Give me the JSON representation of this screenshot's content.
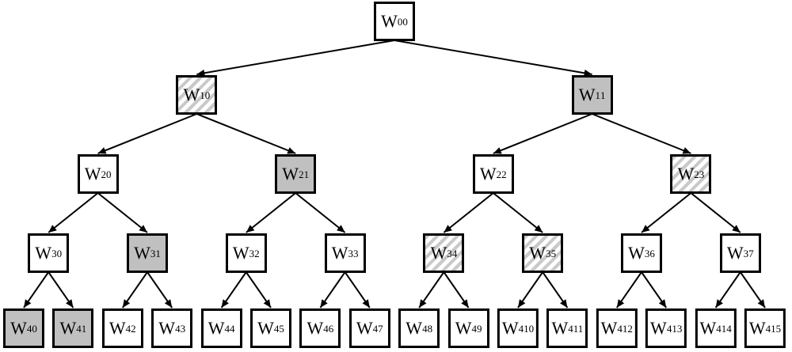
{
  "diagram": {
    "title": "binary-subband-decomposition-tree",
    "node_symbol": "W",
    "colors": {
      "background": "#ffffff",
      "node_border": "#000000",
      "edge": "#000000",
      "node_fill_white": "#ffffff",
      "node_fill_gray": "#c0c0c0",
      "hatch_stripe": "#c9c9c9"
    },
    "levels": [
      {
        "nodes": [
          {
            "sub": "0",
            "sup": "0",
            "fill": "white"
          }
        ]
      },
      {
        "nodes": [
          {
            "sub": "1",
            "sup": "0",
            "fill": "hatch"
          },
          {
            "sub": "1",
            "sup": "1",
            "fill": "gray"
          }
        ]
      },
      {
        "nodes": [
          {
            "sub": "2",
            "sup": "0",
            "fill": "white"
          },
          {
            "sub": "2",
            "sup": "1",
            "fill": "gray"
          },
          {
            "sub": "2",
            "sup": "2",
            "fill": "white"
          },
          {
            "sub": "2",
            "sup": "3",
            "fill": "hatch"
          }
        ]
      },
      {
        "nodes": [
          {
            "sub": "3",
            "sup": "0",
            "fill": "white"
          },
          {
            "sub": "3",
            "sup": "1",
            "fill": "gray"
          },
          {
            "sub": "3",
            "sup": "2",
            "fill": "white"
          },
          {
            "sub": "3",
            "sup": "3",
            "fill": "white"
          },
          {
            "sub": "3",
            "sup": "4",
            "fill": "hatch"
          },
          {
            "sub": "3",
            "sup": "5",
            "fill": "hatch"
          },
          {
            "sub": "3",
            "sup": "6",
            "fill": "white"
          },
          {
            "sub": "3",
            "sup": "7",
            "fill": "white"
          }
        ]
      },
      {
        "nodes": [
          {
            "sub": "4",
            "sup": "0",
            "fill": "gray"
          },
          {
            "sub": "4",
            "sup": "1",
            "fill": "gray"
          },
          {
            "sub": "4",
            "sup": "2",
            "fill": "white"
          },
          {
            "sub": "4",
            "sup": "3",
            "fill": "white"
          },
          {
            "sub": "4",
            "sup": "4",
            "fill": "white"
          },
          {
            "sub": "4",
            "sup": "5",
            "fill": "white"
          },
          {
            "sub": "4",
            "sup": "6",
            "fill": "white"
          },
          {
            "sub": "4",
            "sup": "7",
            "fill": "white"
          },
          {
            "sub": "4",
            "sup": "8",
            "fill": "white"
          },
          {
            "sub": "4",
            "sup": "9",
            "fill": "white"
          },
          {
            "sub": "4",
            "sup": "10",
            "fill": "white"
          },
          {
            "sub": "4",
            "sup": "11",
            "fill": "white"
          },
          {
            "sub": "4",
            "sup": "12",
            "fill": "white"
          },
          {
            "sub": "4",
            "sup": "13",
            "fill": "white"
          },
          {
            "sub": "4",
            "sup": "14",
            "fill": "white"
          },
          {
            "sub": "4",
            "sup": "15",
            "fill": "white"
          }
        ]
      }
    ]
  }
}
